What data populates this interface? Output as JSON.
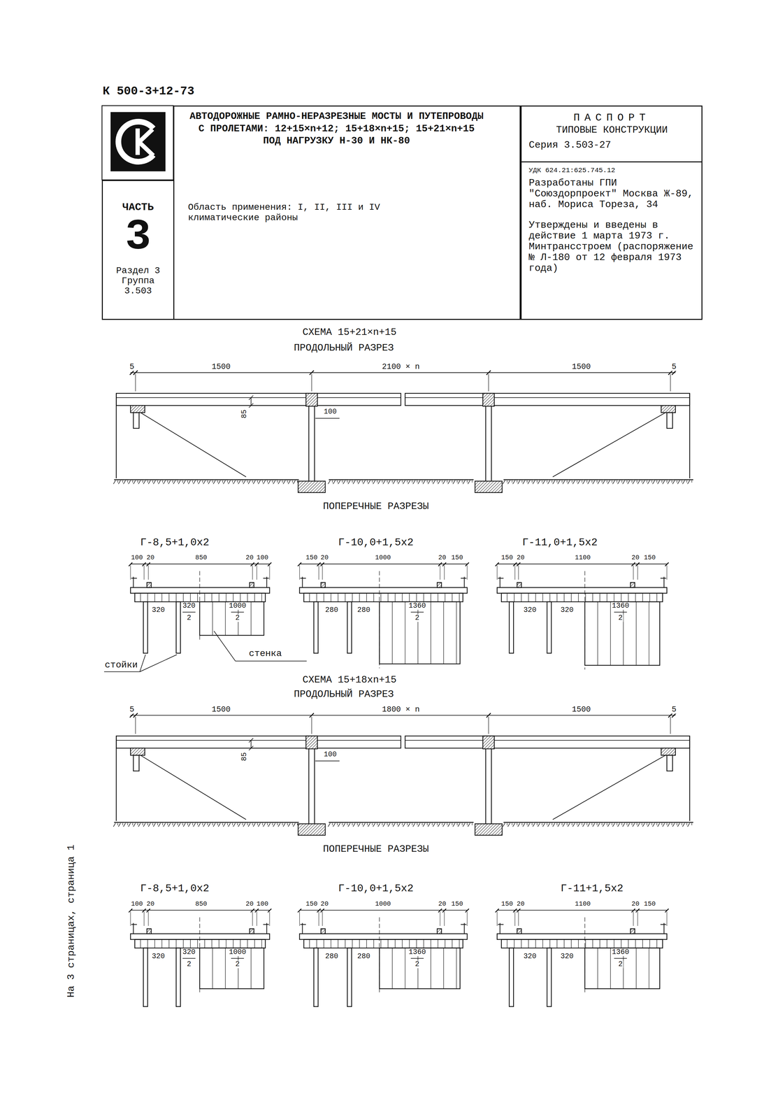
{
  "diagram": {
    "nodes": [
      {
        "text": [
          "АВТОДОРОЖНЫЕ РАМНО-НЕРАЗРЕЗНЫЕ МОСТЫ И ПУТЕПРОВОДЫ С ПРОЛЕТАМИ: 12+15×n+12; 15+18×n+15; 15+21×n+15 ПОД НАГРУЗКУ Н-30 И НК-80",
          "Область применения: I, II, III и IV климатические районы"
        ]
      },
      {
        "text": [
          "ЧАСТЬ",
          "3",
          "Раздел 3 Группа 3.503"
        ]
      },
      {
        "text": [
          "ПАСПОРТ",
          "ТИПОВЫЕ КОНСТРУКЦИИ",
          "Серия 3.503-27"
        ]
      },
      {
        "text": [
          "УДК 624.21:625.745.12",
          "Разработаны ГПИ \"Союздорпроект\" Москва Ж-89, наб. Мориса Тореза, 34",
          "Утверждены и введены в действие 1 марта 1973 г. Минтрансстроем (распоряжение № Л-180 от 12 февраля 1973 года)"
        ]
      }
    ],
    "labels": [
      "К 500-3+12-73",
      "СХЕМА 15+21×n+15",
      "ПРОДОЛЬНЫЙ РАЗРЕЗ",
      "5",
      "1500",
      "2100 × n",
      "1500",
      "5",
      "85",
      "100",
      "ПОПЕРЕЧНЫЕ РАЗРЕЗЫ",
      "Г-8,5+1,0х2",
      "100",
      "20",
      "850",
      "20",
      "100",
      "320",
      "320",
      "2",
      "1000",
      "2",
      "стойки",
      "стенка",
      "Г-10,0+1,5х2",
      "150",
      "20",
      "1000",
      "20",
      "150",
      "280",
      "280",
      "1360",
      "2",
      "Г-11,0+1,5х2",
      "150",
      "20",
      "1100",
      "20",
      "150",
      "320",
      "320",
      "1360",
      "2",
      "СХЕМА 15+18хn+15",
      "ПРОДОЛЬНЫЙ РАЗРЕЗ",
      "5",
      "1500",
      "1800 × n",
      "1500",
      "5",
      "85",
      "100",
      "ПОПЕРЕЧНЫЕ РАЗРЕЗЫ",
      "Г-8,5+1,0х2",
      "100",
      "20",
      "850",
      "20",
      "100",
      "320",
      "320",
      "2",
      "1000",
      "2",
      "Г-10,0+1,5х2",
      "150",
      "20",
      "1000",
      "20",
      "150",
      "280",
      "280",
      "1360",
      "2",
      "Г-11+1,5х2",
      "150",
      "20",
      "1100",
      "20",
      "150",
      "320",
      "320",
      "1360",
      "2",
      "На 3 страницах, страница 1"
    ]
  }
}
